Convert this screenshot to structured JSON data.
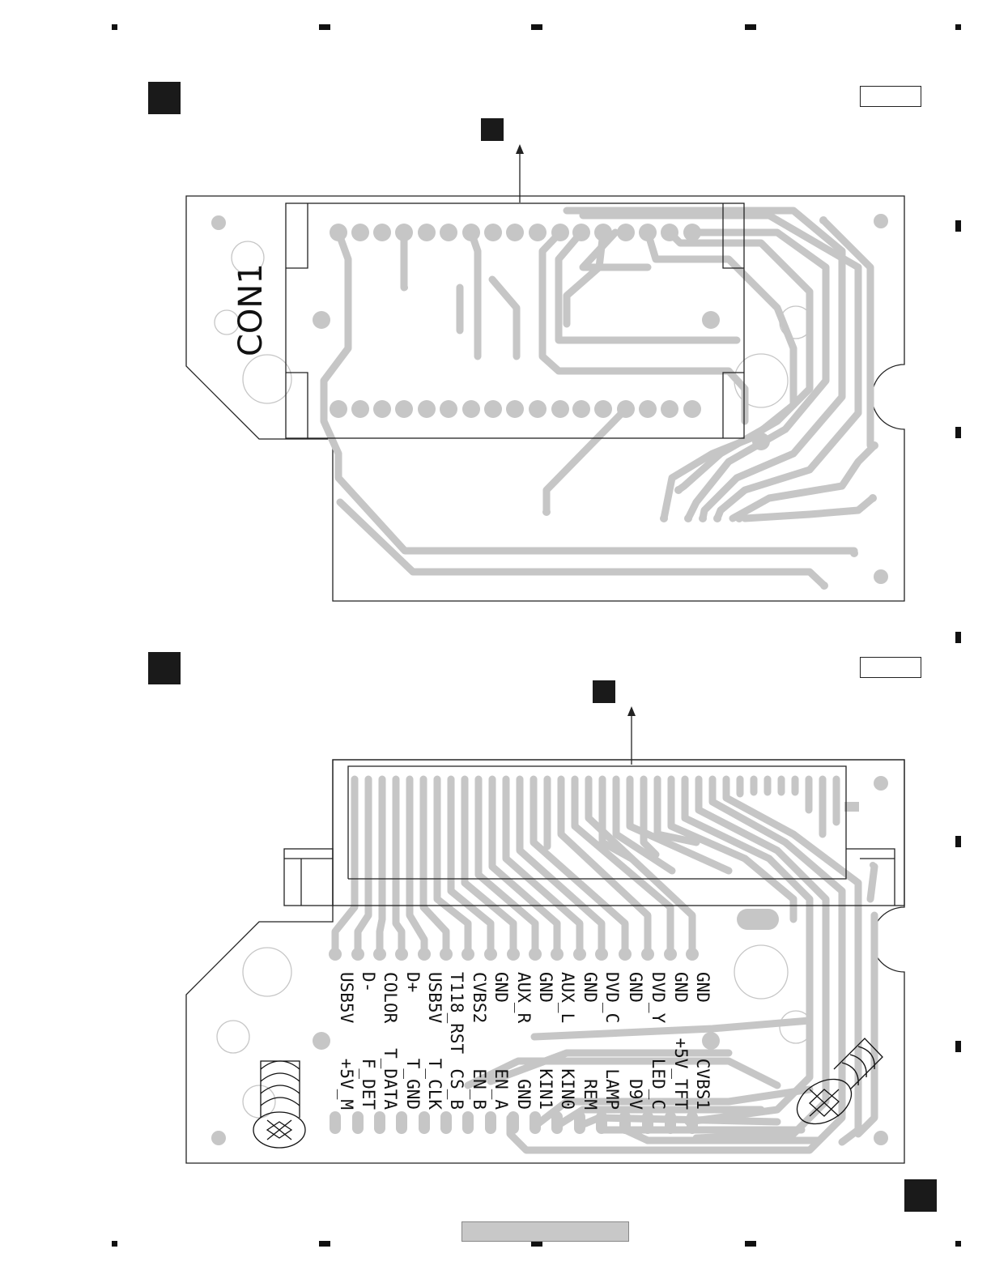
{
  "top_board": {
    "connector_label": "CON1"
  },
  "bottom_board": {
    "left_column": [
      "+5V_M",
      "F_DET",
      "T_DATA",
      "T_GND",
      "T_CLK",
      "CS_B",
      "EN_B",
      "EN_A",
      "GND",
      "KIN1",
      "KIN0",
      "REM",
      "LAMP",
      "D9V",
      "LED_C",
      "+5V_TFT",
      "CVBS1"
    ],
    "right_column": [
      "USB5V",
      "D-",
      "COLOR",
      "D+",
      "USB5V",
      "T118_RST",
      "CVBS2",
      "GND",
      "AUX_R",
      "GND",
      "AUX_L",
      "GND",
      "DVD_C",
      "GND",
      "DVD_Y",
      "GND",
      "GND"
    ]
  },
  "colors": {
    "trace": "#c6c6c6",
    "outline": "#222222",
    "marker": "#1a1a1a"
  },
  "icons": [
    "screw-icon",
    "screw-icon"
  ]
}
